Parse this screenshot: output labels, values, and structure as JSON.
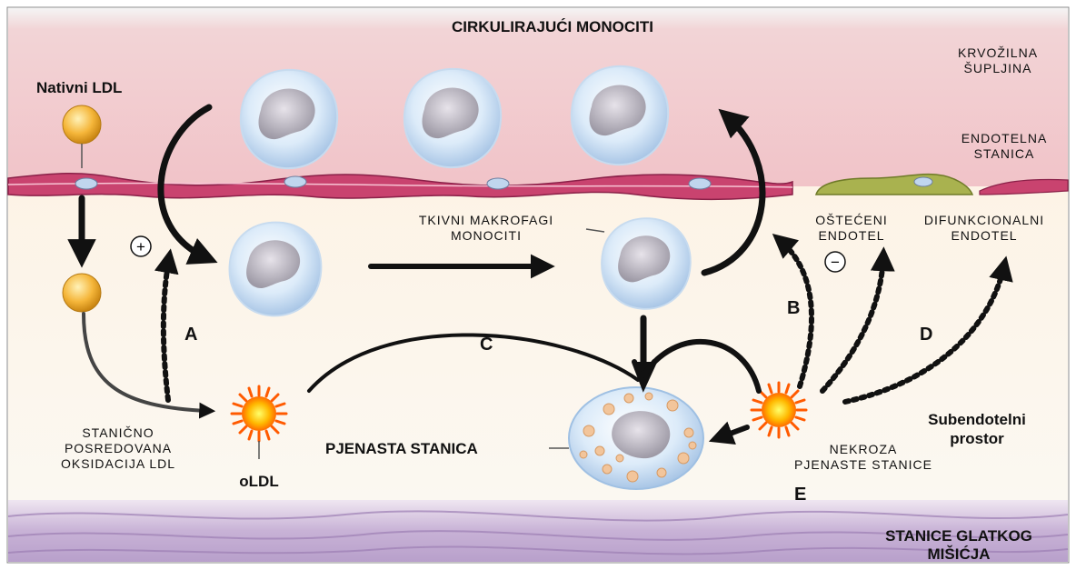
{
  "labels": {
    "circulating_monocytes": "CIRKULIRAJUĆI MONOCITI",
    "blood_lumen": "KRVOŽILNA\nŠUPLJINA",
    "native_ldl": "Nativni LDL",
    "endothelial_cell": "ENDOTELNA\nSTANICA",
    "tissue_macrophages": "TKIVNI MAKROFAGI\nMONOCITI",
    "damaged_endothelium": "OŠTEĆENI\nENDOTEL",
    "dysfunctional_endothelium": "DIFUNKCIONALNI\nENDOTEL",
    "cell_mediated_oxidation": "STANIČNO\nPOSREDOVANA\nOKSIDACIJA LDL",
    "oldl": "oLDL",
    "foam_cell": "PJENASTA STANICA",
    "foam_cell_necrosis": "NEKROZA\nPJENASTE STANICE",
    "subendothelial_space": "Subendotelni\nprostor",
    "smooth_muscle_cells": "STANICE GLATKOG\nMIŠIĆJA"
  },
  "pathway_letters": {
    "a": "A",
    "b": "B",
    "c": "C",
    "d": "D",
    "e": "E"
  },
  "signs": {
    "plus": "+",
    "minus": "−"
  },
  "colors": {
    "lumen": "#f3c8cc",
    "endothelium": "#c9436f",
    "subendothelium": "#fbf4ea",
    "smooth_muscle": "#c7b3d6",
    "ldl": "#f2b23a",
    "oxidized_ldl": "#ff8a00",
    "monocyte": "#d8e8f8",
    "arrow": "#111111"
  },
  "icons": [
    "monocyte-cell",
    "ldl-particle",
    "oxidized-ldl-starburst",
    "foam-cell",
    "damaged-endothelium-patch"
  ]
}
